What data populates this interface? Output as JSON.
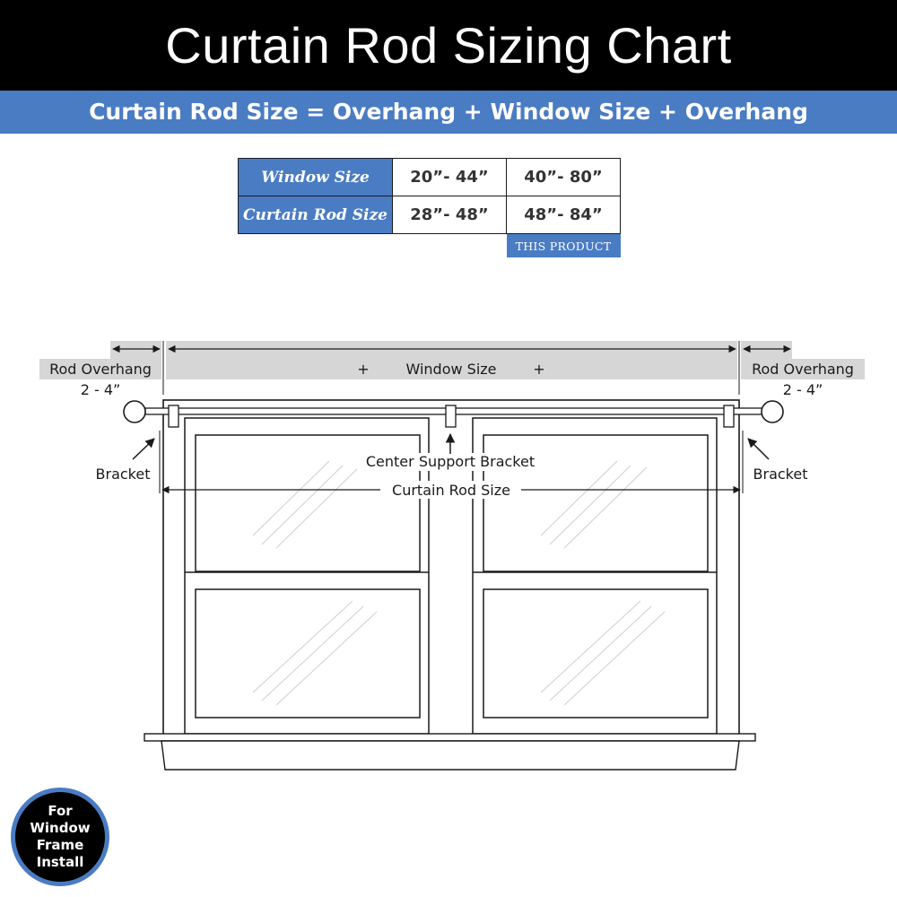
{
  "header": {
    "title": "Curtain Rod Sizing Chart"
  },
  "formula": {
    "text": "Curtain Rod Size = Overhang + Window Size + Overhang"
  },
  "size_table": {
    "rows": [
      {
        "label": "Window Size",
        "values": [
          "20”- 44”",
          "40”- 80”"
        ]
      },
      {
        "label": "Curtain Rod Size",
        "values": [
          "28”- 48”",
          "48”- 84”"
        ]
      }
    ],
    "highlight_tag": "THIS PRODUCT"
  },
  "diagram": {
    "left_overhang": {
      "label": "Rod Overhang",
      "range": "2 - 4”"
    },
    "right_overhang": {
      "label": "Rod Overhang",
      "range": "2 - 4”"
    },
    "window_size": {
      "plus_left": "+",
      "label": "Window Size",
      "plus_right": "+"
    },
    "left_bracket": "Bracket",
    "right_bracket": "Bracket",
    "center_bracket": "Center Support Bracket",
    "curtain_rod_size": "Curtain Rod Size"
  },
  "badge": {
    "lines": [
      "For",
      "Window",
      "Frame",
      "Install"
    ]
  },
  "colors": {
    "accent_blue": "#4a7cc4",
    "header_black": "#000000",
    "band_gray": "#d6d6d6"
  }
}
